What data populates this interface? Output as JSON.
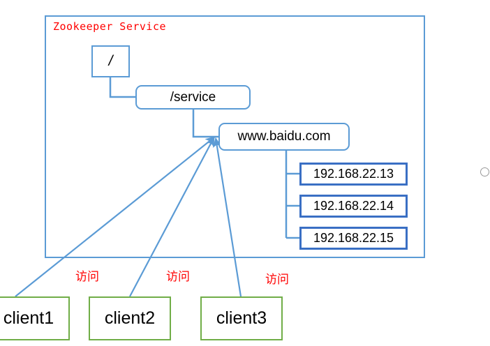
{
  "diagram": {
    "title": "Zookeeper Service",
    "title_color": "#ff0000",
    "container_border_color": "#5b9bd5",
    "node_border_color": "#5b9bd5",
    "ip_border_color": "#3a6fc4",
    "client_border_color": "#70ad47",
    "connector_color": "#5b9bd5",
    "tree": {
      "root_label": "/",
      "service_label": "/service",
      "domain_label": "www.baidu.com"
    },
    "ip_nodes": [
      {
        "label": "192.168.22.13"
      },
      {
        "label": "192.168.22.14"
      },
      {
        "label": "192.168.22.15"
      }
    ],
    "clients": [
      {
        "label": "client1"
      },
      {
        "label": "client2"
      },
      {
        "label": "client3"
      }
    ],
    "access_labels": [
      {
        "label": "访问"
      },
      {
        "label": "访问"
      },
      {
        "label": "访问"
      }
    ]
  }
}
